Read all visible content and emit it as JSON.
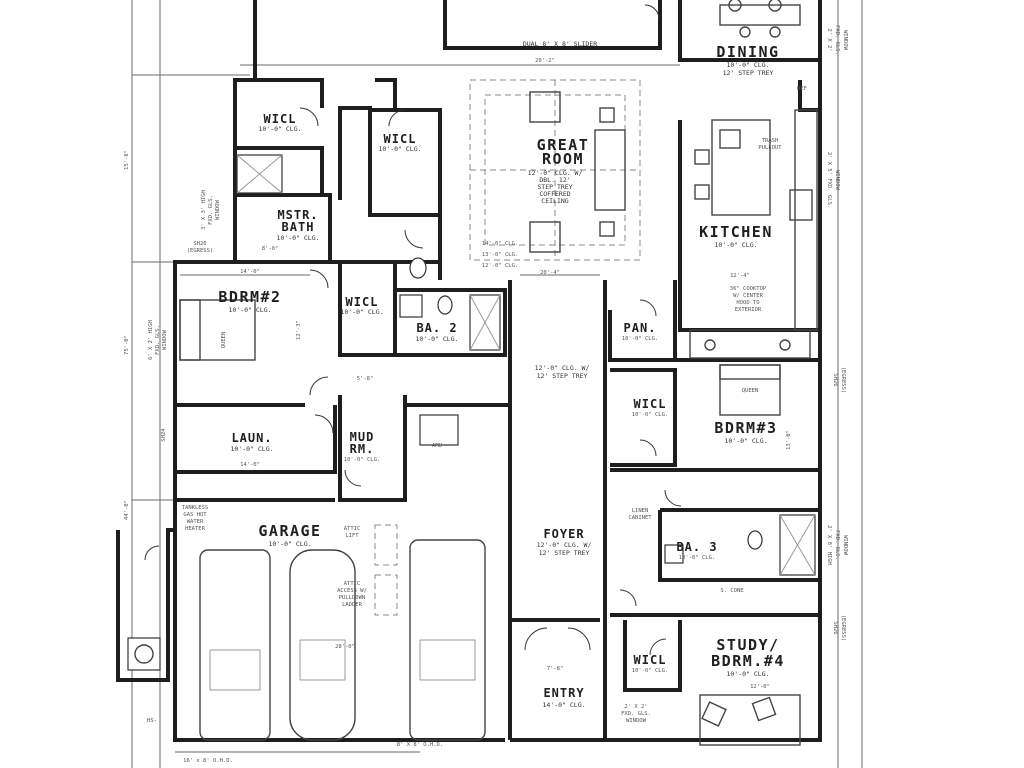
{
  "rooms": {
    "dining": {
      "name": "DINING",
      "ceiling": "10'-0\" CLG.",
      "note": "12' STEP TREY"
    },
    "great_room": {
      "name_line1": "GREAT",
      "name_line2": "ROOM",
      "notes": [
        "12'-0\" CLG. W/",
        "DBL. 12'",
        "STEP TREY",
        "COFFERED",
        "CEILING"
      ]
    },
    "kitchen": {
      "name": "KITCHEN",
      "ceiling": "10'-0\" CLG."
    },
    "wicl_1": {
      "name": "WICL",
      "ceiling": "10'-0\" CLG."
    },
    "wicl_2": {
      "name": "WICL",
      "ceiling": "10'-0\" CLG."
    },
    "mstr_bath": {
      "name_line1": "MSTR.",
      "name_line2": "BATH",
      "ceiling": "10'-0\" CLG."
    },
    "bdrm2": {
      "name": "BDRM#2",
      "ceiling": "10'-0\" CLG.",
      "bed": "QUEEN"
    },
    "wicl_3": {
      "name": "WICL",
      "ceiling": "10'-0\" CLG."
    },
    "ba2": {
      "name": "BA. 2",
      "ceiling": "10'-0\" CLG."
    },
    "laun": {
      "name": "LAUN.",
      "ceiling": "10'-0\" CLG."
    },
    "mud_rm": {
      "name_line1": "MUD",
      "name_line2": "RM.",
      "ceiling": "10'-0\" CLG."
    },
    "pan": {
      "name": "PAN.",
      "ceiling": "10'-0\" CLG."
    },
    "wicl_4": {
      "name": "WICL",
      "ceiling": "10'-0\" CLG."
    },
    "bdrm3": {
      "name": "BDRM#3",
      "ceiling": "10'-0\" CLG.",
      "bed": "QUEEN"
    },
    "garage": {
      "name": "GARAGE",
      "ceiling": "10'-0\" CLG."
    },
    "foyer": {
      "name": "FOYER",
      "notes": [
        "12'-0\" CLG. W/",
        "12' STEP TREY"
      ]
    },
    "hall": {
      "notes": [
        "12'-0\" CLG. W/",
        "12' STEP TREY"
      ]
    },
    "ba3": {
      "name": "BA. 3",
      "ceiling": "10'-0\" CLG."
    },
    "study": {
      "name_line1": "STUDY/",
      "name_line2": "BDRM.#4",
      "ceiling": "10'-0\" CLG."
    },
    "wicl_5": {
      "name": "WICL",
      "ceiling": "10'-0\" CLG."
    },
    "entry": {
      "name": "ENTRY",
      "ceiling": "14'-0\" CLG."
    }
  },
  "notes": {
    "slider": "DUAL 8' X 8' SLIDER",
    "amu": "AMU",
    "tankless": [
      "TANKLESS",
      "GAS HOT",
      "WATER",
      "HEATER"
    ],
    "attic_lift": [
      "ATTIC",
      "LIFT"
    ],
    "attic_access": [
      "ATTIC",
      "ACCESS W/",
      "PULLDOWN",
      "LADDER"
    ],
    "linen": [
      "LINEN",
      "CABINET"
    ],
    "s_cone": "S. CONE",
    "garage_door": "16' x 8' O.H.D.",
    "window_fxd": [
      "2' X 2'",
      "FXD. GLS.",
      "WINDOW"
    ],
    "sh26_egress": [
      "SH26",
      "(EGRESS)"
    ],
    "window_3x3": [
      "3' X 3' HIGH",
      "FXD. GLS.",
      "WINDOW"
    ],
    "window_6x2": [
      "6' X 2' HIGH",
      "FXD. GLS.",
      "WINDOW"
    ],
    "window_2x5": [
      "2' X 5' FXD. GLS.",
      "WINDOW"
    ],
    "window_2x8": [
      "2' X 8' HIGH",
      "FXD. GLS.",
      "WINDOW"
    ],
    "sh24": "SH24",
    "ref": "REF",
    "trash": [
      "TRASH",
      "PULLOUT"
    ],
    "cooktop": [
      "36\" COOKTOP",
      "W/ CENTER",
      "HOOD TO",
      "EXTERIOR"
    ],
    "clg_notes": [
      "14'-0\" CLG.",
      "13'-0\" CLG.",
      "12'-0\" CLG."
    ],
    "hs": "HS-"
  },
  "dimensions": {
    "d1": "20'-2\"",
    "d2": "20'-4\"",
    "d3": "14'-0\"",
    "d4": "14'-0\"",
    "d5": "5'-8\"",
    "d6": "28'-0\"",
    "d7": "7'-8\"",
    "d8": "12'-4\"",
    "d9": "12'-0\"",
    "d10": "15'-8\"",
    "d11": "75'-0\"",
    "d12": "44'-0\"",
    "d13": "8'-0\"",
    "d14": "12'-3\"",
    "d15": "13'-0\"",
    "d16": "8' X 8' O.H.D."
  }
}
